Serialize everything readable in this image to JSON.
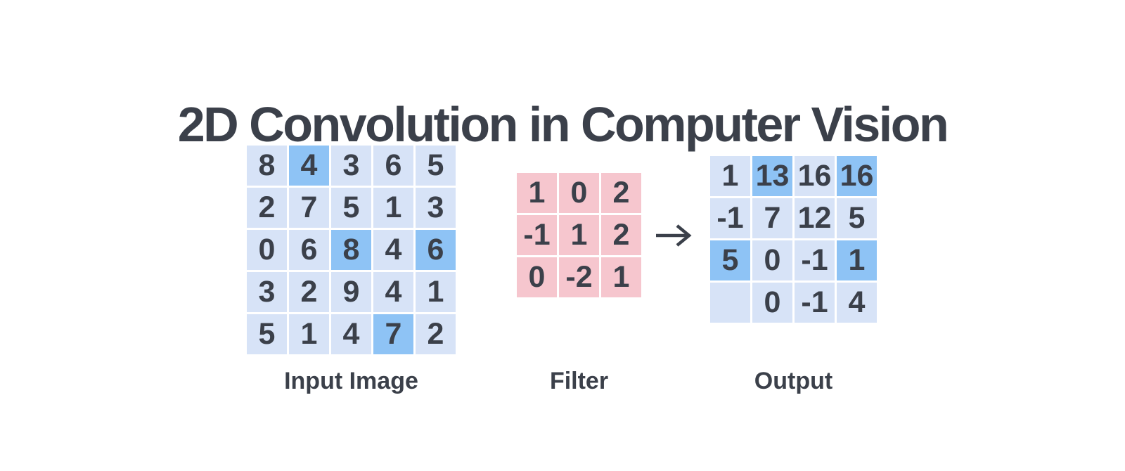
{
  "title": "2D Convolution in Computer Vision",
  "colors": {
    "background": "#ffffff",
    "ink": "#3b404a",
    "cell_blue": "#d7e3f7",
    "cell_blue_highlight": "#8ec3f5",
    "cell_pink": "#f6c6ce"
  },
  "arrow_icon": "right-arrow",
  "grids": {
    "input": {
      "label": "Input Image",
      "rows": 5,
      "cols": 5,
      "palette": "blue",
      "values": [
        [
          "8",
          "4",
          "3",
          "6",
          "5"
        ],
        [
          "2",
          "7",
          "5",
          "1",
          "3"
        ],
        [
          "0",
          "6",
          "8",
          "4",
          "6"
        ],
        [
          "3",
          "2",
          "9",
          "4",
          "1"
        ],
        [
          "5",
          "1",
          "4",
          "7",
          "2"
        ]
      ],
      "highlighted_cells": [
        [
          0,
          1
        ],
        [
          2,
          2
        ],
        [
          2,
          4
        ],
        [
          4,
          3
        ]
      ]
    },
    "filter": {
      "label": "Filter",
      "rows": 3,
      "cols": 3,
      "palette": "pink",
      "values": [
        [
          "1",
          "0",
          "2"
        ],
        [
          "-1",
          "1",
          "2"
        ],
        [
          "0",
          "-2",
          "1"
        ]
      ],
      "highlighted_cells": []
    },
    "output": {
      "label": "Output",
      "rows": 4,
      "cols": 4,
      "palette": "blue",
      "values": [
        [
          "1",
          "13",
          "16",
          "16"
        ],
        [
          "-1",
          "7",
          "12",
          "5"
        ],
        [
          "5",
          "0",
          "-1",
          "1"
        ],
        [
          "",
          "0",
          "-1",
          "4"
        ]
      ],
      "highlighted_cells": [
        [
          0,
          1
        ],
        [
          0,
          3
        ],
        [
          2,
          0
        ],
        [
          2,
          3
        ]
      ]
    }
  }
}
